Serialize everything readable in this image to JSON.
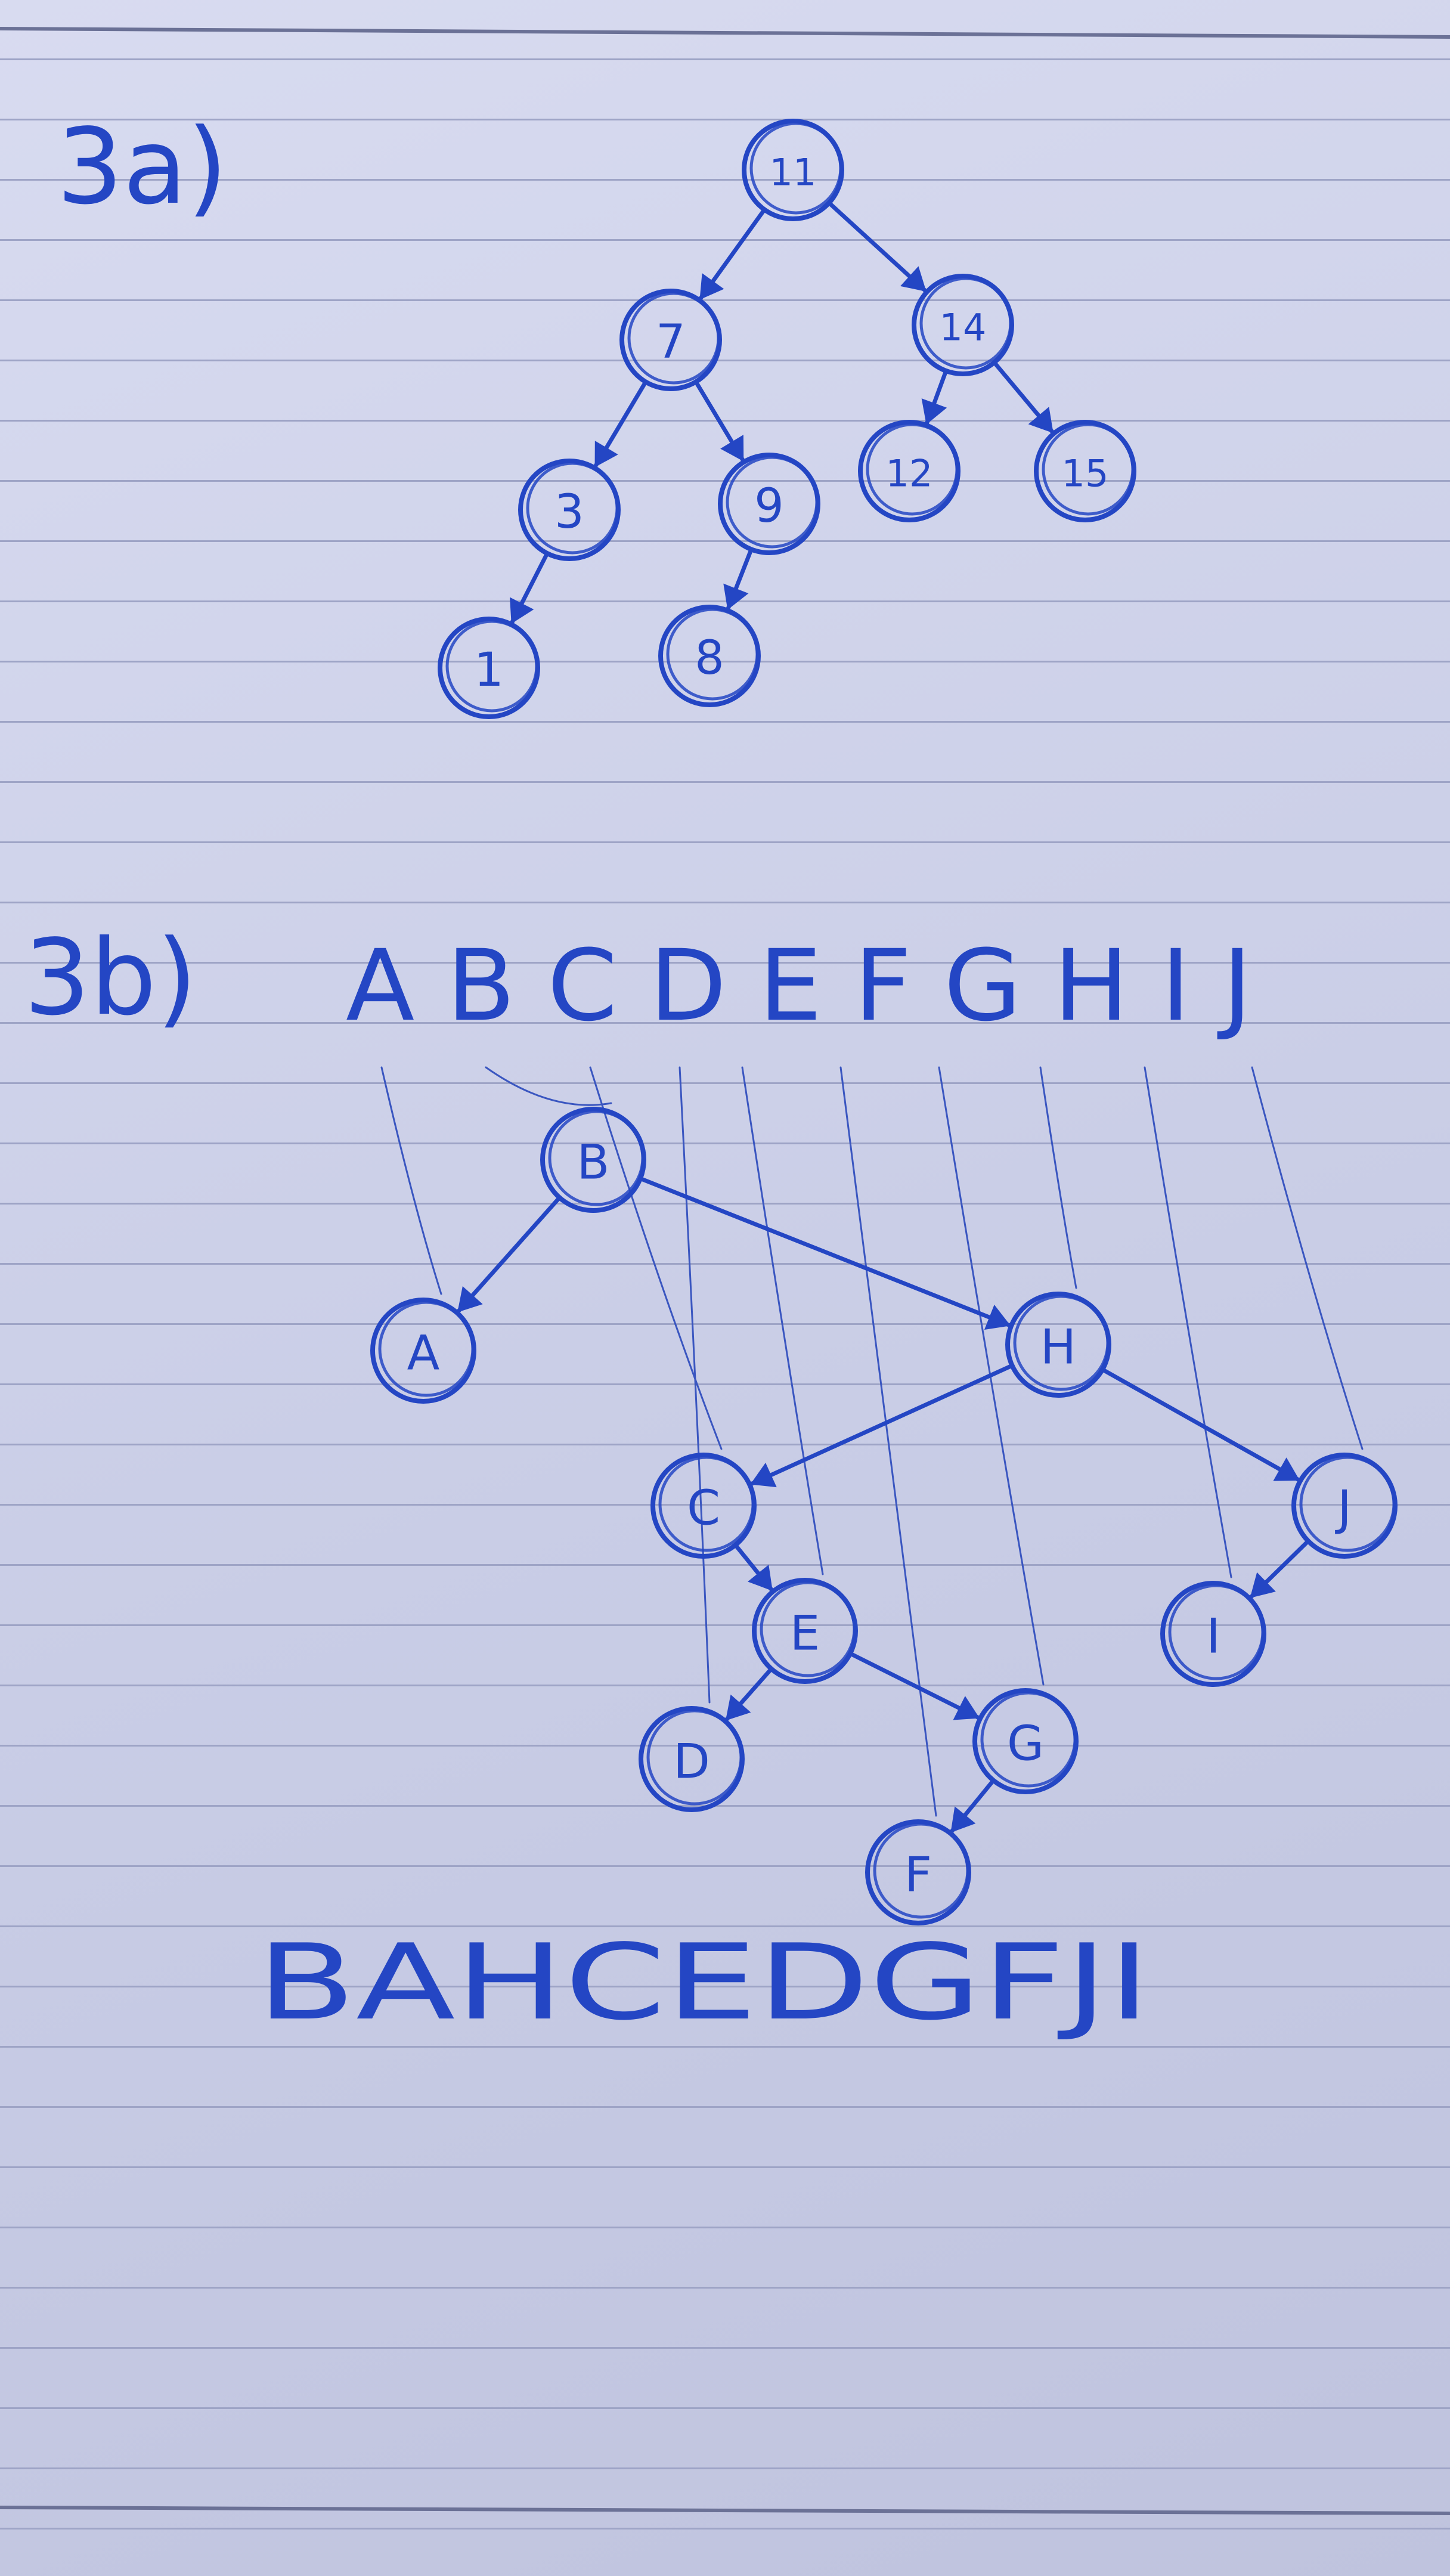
{
  "part_a": {
    "heading": "3a)",
    "nodes": [
      {
        "id": "n11",
        "label": "11"
      },
      {
        "id": "n7",
        "label": "7"
      },
      {
        "id": "n14",
        "label": "14"
      },
      {
        "id": "n3",
        "label": "3"
      },
      {
        "id": "n9",
        "label": "9"
      },
      {
        "id": "n12",
        "label": "12"
      },
      {
        "id": "n15",
        "label": "15"
      },
      {
        "id": "n1",
        "label": "1"
      },
      {
        "id": "n8",
        "label": "8"
      }
    ],
    "edges": [
      [
        "n11",
        "n7"
      ],
      [
        "n11",
        "n14"
      ],
      [
        "n7",
        "n3"
      ],
      [
        "n7",
        "n9"
      ],
      [
        "n14",
        "n12"
      ],
      [
        "n14",
        "n15"
      ],
      [
        "n3",
        "n1"
      ],
      [
        "n9",
        "n8"
      ]
    ]
  },
  "part_b": {
    "heading": "3b)",
    "sequence": "A B C D E F G H I J",
    "nodes": [
      {
        "id": "B",
        "label": "B"
      },
      {
        "id": "A",
        "label": "A"
      },
      {
        "id": "H",
        "label": "H"
      },
      {
        "id": "C",
        "label": "C"
      },
      {
        "id": "J",
        "label": "J"
      },
      {
        "id": "E",
        "label": "E"
      },
      {
        "id": "I",
        "label": "I"
      },
      {
        "id": "D",
        "label": "D"
      },
      {
        "id": "G",
        "label": "G"
      },
      {
        "id": "F",
        "label": "F"
      }
    ],
    "edges": [
      [
        "B",
        "A"
      ],
      [
        "B",
        "H"
      ],
      [
        "H",
        "C"
      ],
      [
        "H",
        "J"
      ],
      [
        "C",
        "E"
      ],
      [
        "J",
        "I"
      ],
      [
        "E",
        "D"
      ],
      [
        "E",
        "G"
      ],
      [
        "G",
        "F"
      ]
    ],
    "guides": [
      "A",
      "B",
      "C",
      "D",
      "E",
      "F",
      "G",
      "H",
      "I",
      "J"
    ],
    "result": "BAHCEDGFJI"
  },
  "colors": {
    "ink": "#2446c4",
    "paper": "#cdd0e8",
    "rule": "#9ea4c6"
  }
}
